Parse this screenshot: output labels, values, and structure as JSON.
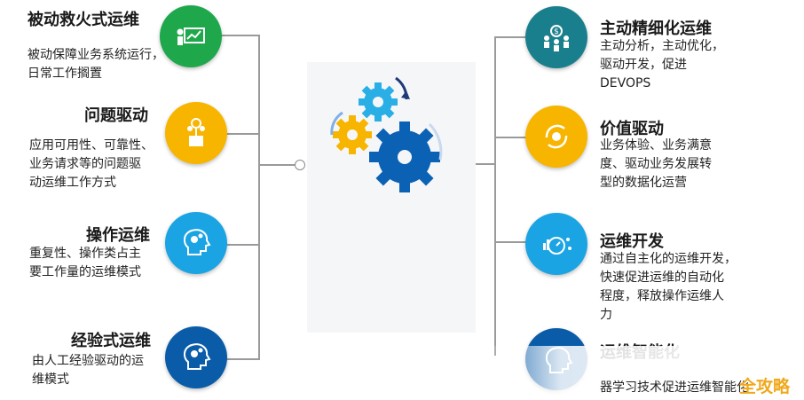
{
  "left_items": [
    {
      "title": "被动救火式运维",
      "desc": [
        "被动保障业务系统运行，",
        "日常工作搁置"
      ],
      "color": "#1fa84b"
    },
    {
      "title": "问题驱动",
      "desc": [
        "应用可用性、可靠性、",
        "业务请求等的问题驱",
        "动运维工作方式"
      ],
      "color": "#f7b500"
    },
    {
      "title": "操作运维",
      "desc": [
        "重复性、操作类占主",
        "要工作量的运维模式"
      ],
      "color": "#1ba4e3"
    },
    {
      "title": "经验式运维",
      "desc": [
        "由人工经验驱动的运",
        "维模式"
      ],
      "color": "#0a5ca8"
    }
  ],
  "right_items": [
    {
      "title": "主动精细化运维",
      "desc": [
        "主动分析，主动优化，",
        "驱动开发，促进",
        "DEVOPS"
      ],
      "color": "#1a7f8c"
    },
    {
      "title": "价值驱动",
      "desc": [
        "业务体验、业务满意",
        "度、驱动业务发展转",
        "型的数据化运营"
      ],
      "color": "#f7b500"
    },
    {
      "title": "运维开发",
      "desc": [
        "通过自主化的运维开发，",
        "快速促进运维的自动化",
        "程度，释放操作运维人",
        "力"
      ],
      "color": "#1ba4e3"
    },
    {
      "title": "运维智能化",
      "desc": [
        "器学习技术促进运维智能化"
      ],
      "color": "#0a5ca8"
    }
  ],
  "watermark": "全攻略",
  "icons": [
    "presentation-icon",
    "money-plant-icon",
    "head-gears-icon",
    "head-gears-icon",
    "team-money-icon",
    "cycle-coin-icon",
    "dashboard-icon",
    "head-icon"
  ],
  "gear_colors": {
    "light_blue": "#29aee6",
    "yellow": "#f7b500",
    "dark_blue": "#0b62b5"
  }
}
